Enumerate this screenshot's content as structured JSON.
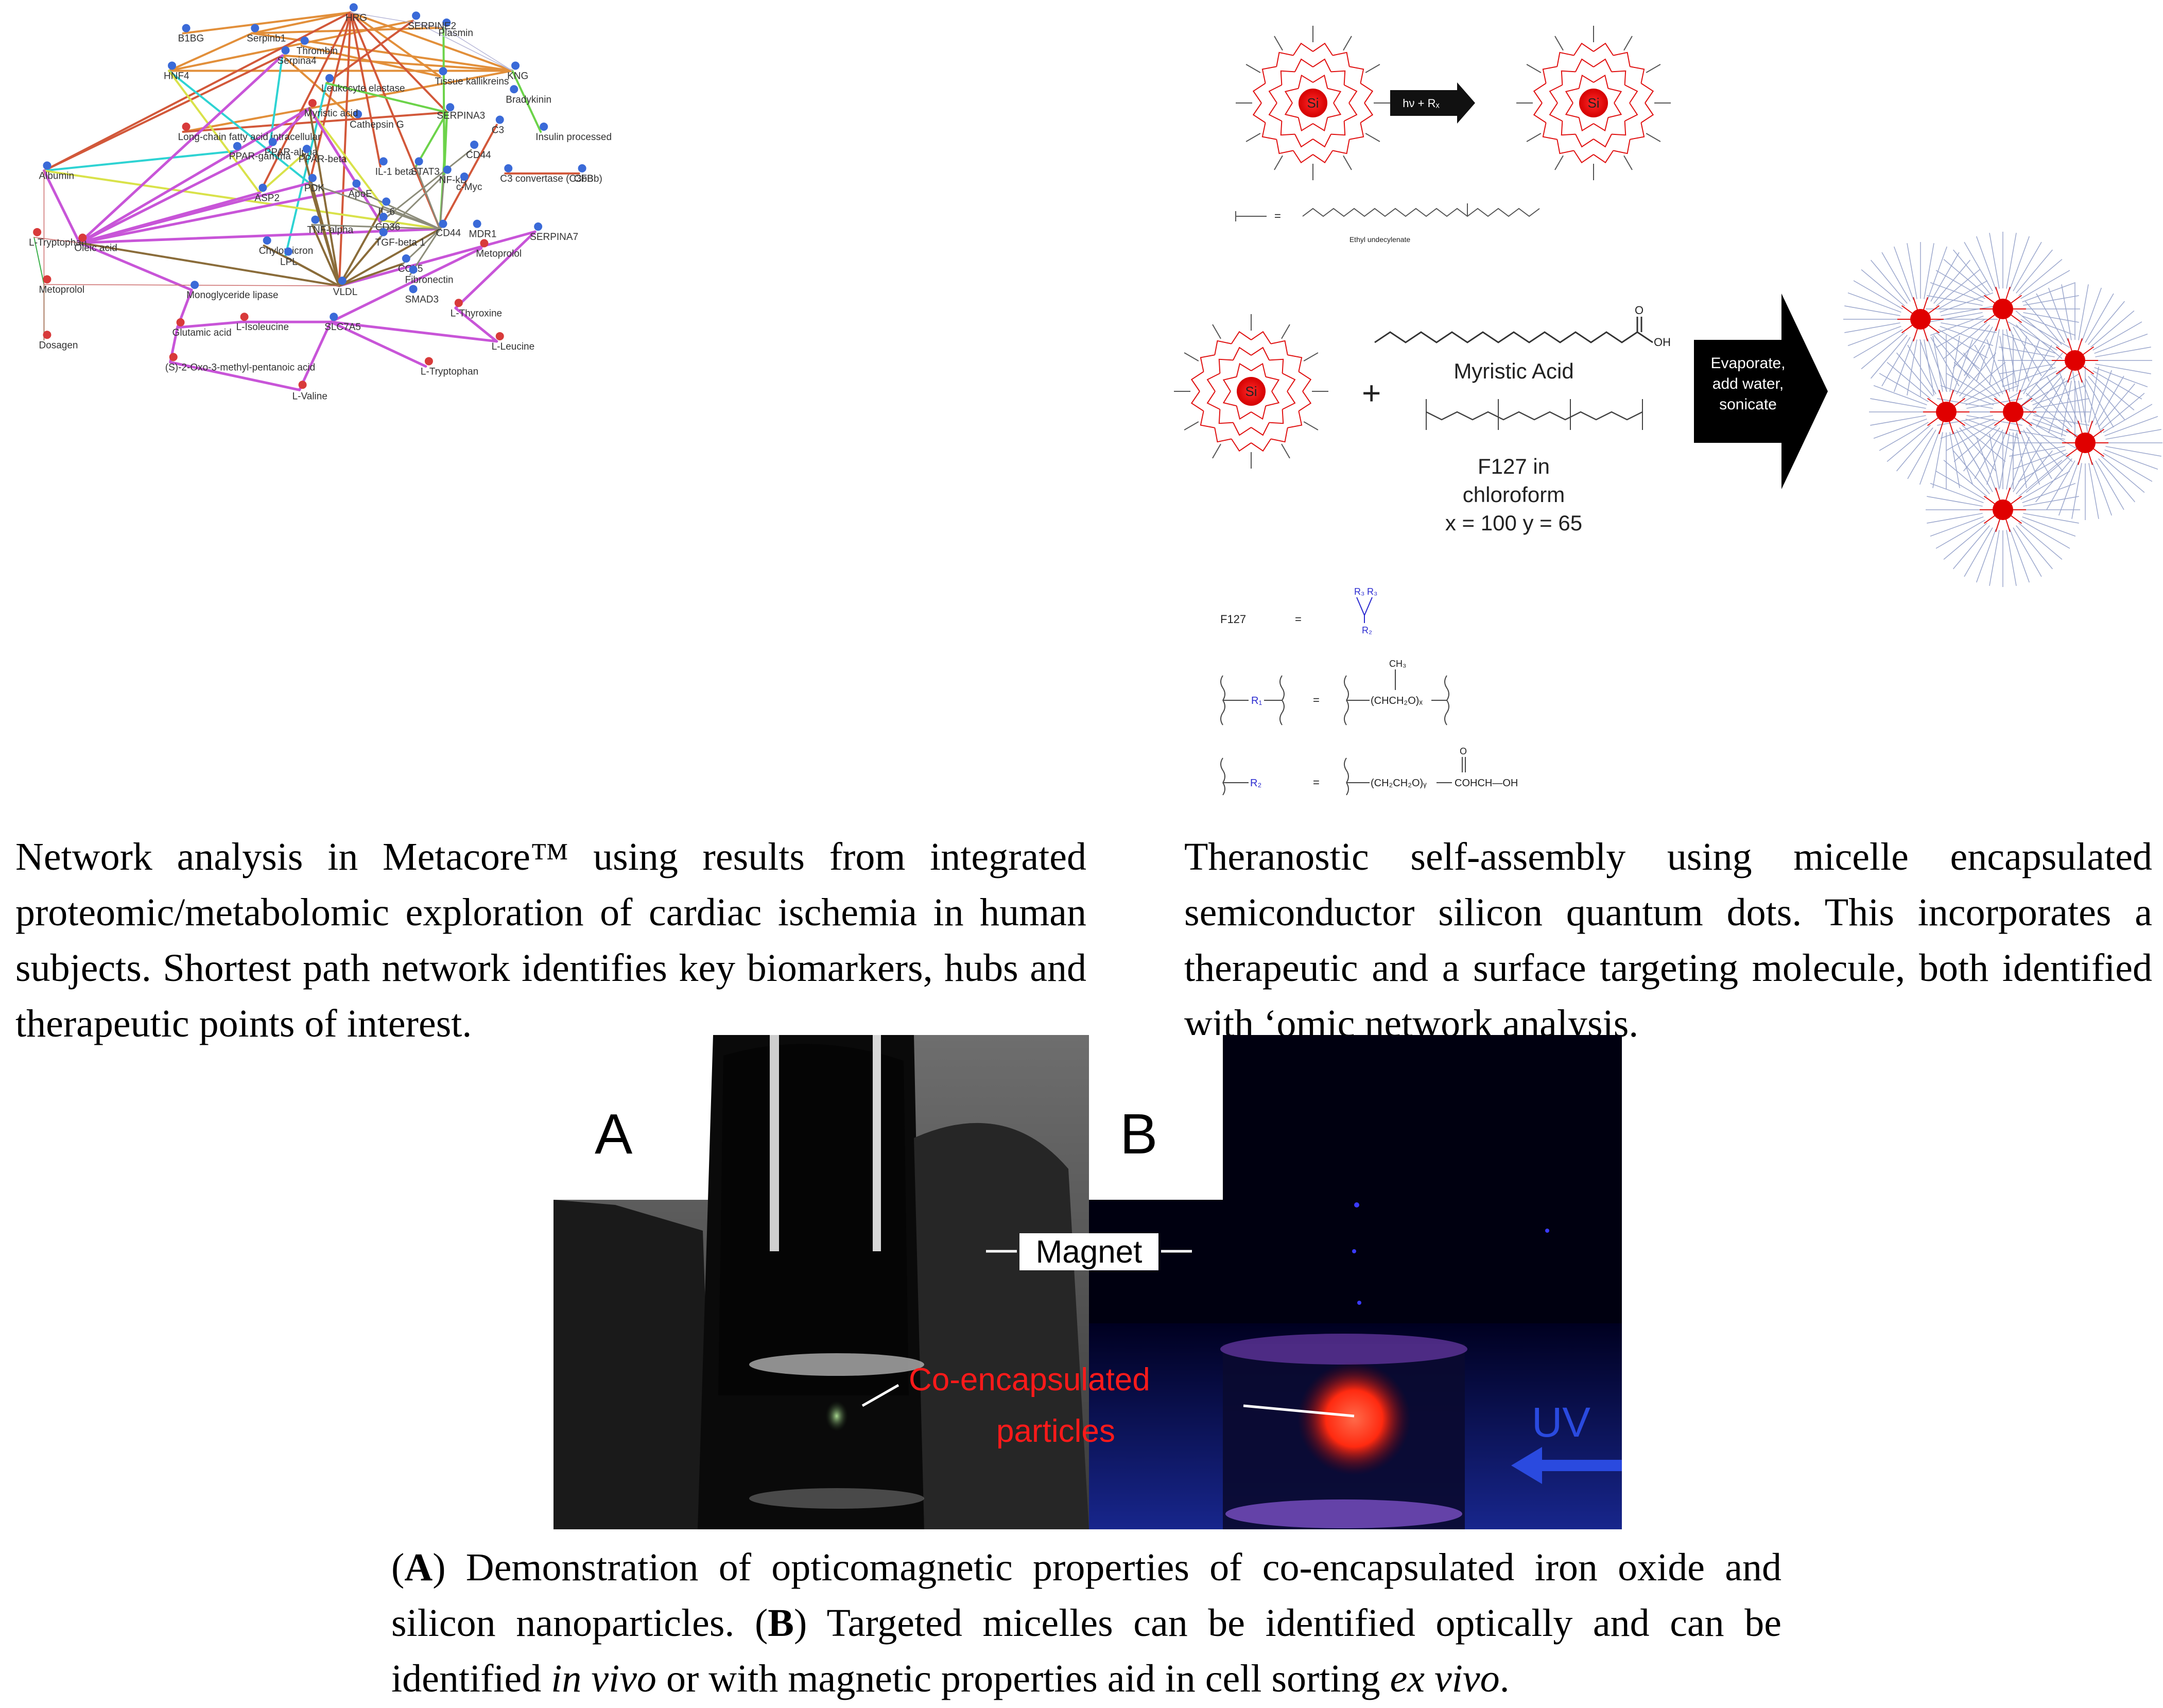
{
  "network_figure": {
    "nodes": [
      {
        "id": "serpinb1",
        "label": "Serpinb1"
      },
      {
        "id": "thrombin",
        "label": "Thrombin"
      },
      {
        "id": "plasmin",
        "label": "Plasmin"
      },
      {
        "id": "serpine2",
        "label": "SERPINE2"
      },
      {
        "id": "hrg",
        "label": "HRG"
      },
      {
        "id": "b1bg",
        "label": "B1BG"
      },
      {
        "id": "hnf4",
        "label": "HNF4"
      },
      {
        "id": "serpina4",
        "label": "Serpina4"
      },
      {
        "id": "tissue_kallikreins",
        "label": "Tissue kallikreins"
      },
      {
        "id": "kng",
        "label": "KNG"
      },
      {
        "id": "bradykinin",
        "label": "Bradykinin"
      },
      {
        "id": "leukocyte_elastase",
        "label": "Leukocyte elastase"
      },
      {
        "id": "cathepsin_g",
        "label": "Cathepsin G"
      },
      {
        "id": "serpina3",
        "label": "SERPINA3"
      },
      {
        "id": "myristic_acid",
        "label": "Myristic acid"
      },
      {
        "id": "long_chain",
        "label": "Long-chain fatty acid intracellular"
      },
      {
        "id": "ppar_alpha",
        "label": "PPAR-alpha"
      },
      {
        "id": "ppar_beta",
        "label": "PPAR-beta"
      },
      {
        "id": "ppar_gamma",
        "label": "PPAR-gamma"
      },
      {
        "id": "c3",
        "label": "C3"
      },
      {
        "id": "insulin_processed",
        "label": "Insulin processed"
      },
      {
        "id": "cd44_top",
        "label": "CD44"
      },
      {
        "id": "c3_convertase",
        "label": "C3 convertase (C3bBb)"
      },
      {
        "id": "cfb",
        "label": "CFB"
      },
      {
        "id": "albumin",
        "label": "Albumin"
      },
      {
        "id": "il1beta",
        "label": "IL-1 beta"
      },
      {
        "id": "stat3",
        "label": "STAT3"
      },
      {
        "id": "nfkb",
        "label": "NF-kB"
      },
      {
        "id": "cmyc",
        "label": "c-Myc"
      },
      {
        "id": "pdk",
        "label": "PDK"
      },
      {
        "id": "apoe",
        "label": "ApoE"
      },
      {
        "id": "asp2",
        "label": "ASP2"
      },
      {
        "id": "l_tryptophan_left",
        "label": "L-Tryptophan"
      },
      {
        "id": "oleic_acid",
        "label": "Oleic acid"
      },
      {
        "id": "tnf_alpha",
        "label": "TNF-alpha"
      },
      {
        "id": "il6",
        "label": "IL-6"
      },
      {
        "id": "cd36",
        "label": "CD36"
      },
      {
        "id": "cd44",
        "label": "CD44"
      },
      {
        "id": "mdr1",
        "label": "MDR1"
      },
      {
        "id": "serpina7",
        "label": "SERPINA7"
      },
      {
        "id": "chylomicron",
        "label": "Chylomicron"
      },
      {
        "id": "lpl",
        "label": "LPL"
      },
      {
        "id": "tgf_beta1",
        "label": "TGF-beta 1"
      },
      {
        "id": "ccl5",
        "label": "CCL5"
      },
      {
        "id": "fibronectin",
        "label": "Fibronectin"
      },
      {
        "id": "metoprolol_right",
        "label": "Metoprolol"
      },
      {
        "id": "metoprolol_left",
        "label": "Metoprolol"
      },
      {
        "id": "monoglyceride_lipase",
        "label": "Monoglyceride lipase"
      },
      {
        "id": "vldl",
        "label": "VLDL"
      },
      {
        "id": "smad3",
        "label": "SMAD3"
      },
      {
        "id": "l_thyroxine",
        "label": "L-Thyroxine"
      },
      {
        "id": "dosagen",
        "label": "Dosagen"
      },
      {
        "id": "glutamic_acid",
        "label": "Glutamic acid"
      },
      {
        "id": "l_isoleucine",
        "label": "L-Isoleucine"
      },
      {
        "id": "slc7a5",
        "label": "SLC7A5"
      },
      {
        "id": "l_leucine",
        "label": "L-Leucine"
      },
      {
        "id": "oxo_methyl",
        "label": "(S)-2-Oxo-3-methyl-pentanoic acid"
      },
      {
        "id": "l_tryptophan_bottom",
        "label": "L-Tryptophan"
      },
      {
        "id": "l_valine",
        "label": "L-Valine"
      }
    ]
  },
  "silicon_figure": {
    "si_label": "Si",
    "reaction_label": "hν + Rₓ",
    "ester_name": "Ethyl undecylenate",
    "myristic_acid_label": "Myristic Acid",
    "oh_label": "OH",
    "f127_line1": "F127 in",
    "f127_line2": "chloroform",
    "f127_ratio": "x = 100 y = 65",
    "arrow_text": [
      "Evaporate,",
      "add water,",
      "sonicate"
    ],
    "f127_key": "F127",
    "eq": "=",
    "r1": "R₁",
    "r2": "R₂",
    "r3": "R₃",
    "ch3": "CH₃",
    "repeat_unit_1": "(CHCH₂O)ₓ",
    "repeat_unit_2": "(CH₂CH₂O)ᵧ",
    "acid_group": "COHCH—OH",
    "o_label": "O"
  },
  "photo_figure": {
    "label_a": "A",
    "label_b": "B",
    "magnet_label": "Magnet",
    "particles_line1": "Co-encapsulated",
    "particles_line2": "particles",
    "uv_label": "UV"
  },
  "captions": {
    "network": "Network analysis in Metacore™ using results from integrated proteomic/metabolomic exploration of cardiac ischemia in human subjects. Shortest path network identifies key biomarkers, hubs and therapeutic points of interest.",
    "silicon": "Theranostic self-assembly using micelle encapsulated semiconductor silicon quantum dots. This incorporates a therapeutic and a surface targeting molecule, both identified with ‘omic network analysis.",
    "photo": {
      "a_marker": "A",
      "a_text": " Demonstration of opticomagnetic properties of co-encapsulated iron oxide and silicon nanoparticles. ",
      "b_marker": "B",
      "b_text_1": " Targeted micelles can be identified optically and can be identified ",
      "in_vivo": "in vivo",
      "b_text_2": " or with magnetic properties aid in cell sorting ",
      "ex_vivo": "ex vivo",
      "b_text_3": "."
    }
  }
}
